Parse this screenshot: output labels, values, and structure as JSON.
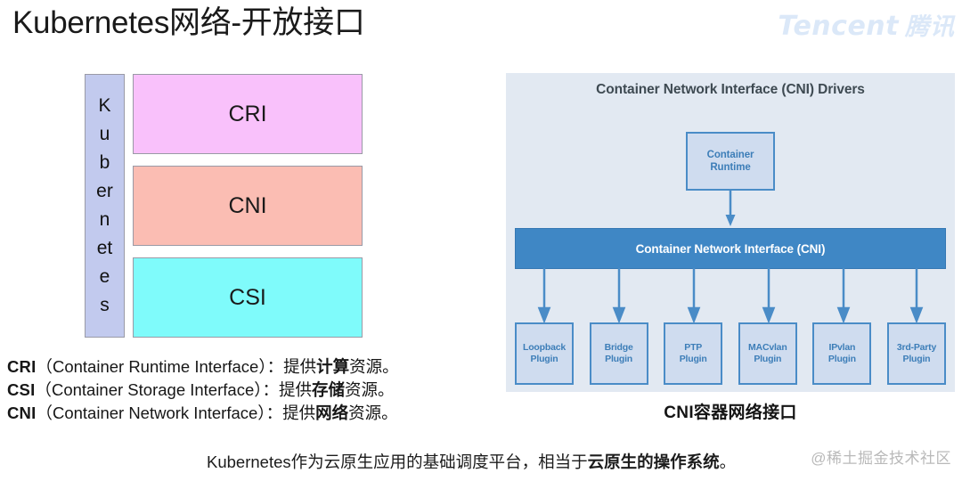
{
  "page_title": "Kubernetes网络-开放接口",
  "brand": {
    "latin": "Tencent",
    "han": "腾讯",
    "color": "#dbe8f8"
  },
  "left_stack": {
    "vertical_label": "Kubernetes",
    "vertical_label_color": "#c2caee",
    "layers": [
      {
        "label": "CRI",
        "color": "#f9c1fb"
      },
      {
        "label": "CNI",
        "color": "#fbbdb3"
      },
      {
        "label": "CSI",
        "color": "#7ffbfb"
      }
    ]
  },
  "legend": [
    {
      "abbr": "CRI",
      "expansion": "（Container Runtime Interface）",
      "colon": "：",
      "prefix": "提供",
      "keyword": "计算",
      "suffix": "资源。"
    },
    {
      "abbr": "CSI",
      "expansion": "（Container Storage Interface）",
      "colon": "：",
      "prefix": "提供",
      "keyword": "存储",
      "suffix": "资源。"
    },
    {
      "abbr": "CNI",
      "expansion": "（Container Network Interface）",
      "colon": "：",
      "prefix": "提供",
      "keyword": "网络",
      "suffix": "资源。"
    }
  ],
  "cni_diagram": {
    "panel_background": "#e2e9f2",
    "accent_color": "#3f87c5",
    "title": "Container Network Interface (CNI) Drivers",
    "container_runtime": {
      "line1": "Container",
      "line2": "Runtime"
    },
    "cni_bar_label": "Container Network Interface (CNI)",
    "plugins": [
      {
        "line1": "Loopback",
        "line2": "Plugin"
      },
      {
        "line1": "Bridge",
        "line2": "Plugin"
      },
      {
        "line1": "PTP",
        "line2": "Plugin"
      },
      {
        "line1": "MACvlan",
        "line2": "Plugin"
      },
      {
        "line1": "IPvlan",
        "line2": "Plugin"
      },
      {
        "line1": "3rd-Party",
        "line2": "Plugin"
      }
    ],
    "caption": "CNI容器网络接口"
  },
  "bottom_caption": {
    "prefix": "Kubernetes作为云原生应用的基础调度平台，相当于",
    "keyword": "云原生的操作系统",
    "suffix": "。"
  },
  "watermark": "@稀土掘金技术社区"
}
